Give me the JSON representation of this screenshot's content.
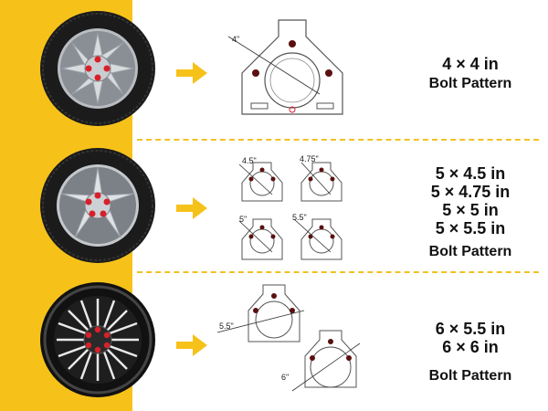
{
  "colors": {
    "band": "#f6c21a",
    "arrow": "#f6c21a",
    "divider": "#f2c122",
    "lug": "#d7202a"
  },
  "rows": [
    {
      "wheel_icon": "alloy-wheel-4-lug",
      "diagram_labels": [
        "4\""
      ],
      "pattern_lines": [
        "4 × 4 in"
      ],
      "title": "Bolt Pattern"
    },
    {
      "wheel_icon": "alloy-wheel-5-lug",
      "diagram_labels": [
        "4.5\"",
        "4.75\"",
        "5\"",
        "5.5\""
      ],
      "pattern_lines": [
        "5 × 4.5 in",
        "5 × 4.75 in",
        "5 × 5 in",
        "5 × 5.5 in"
      ],
      "title": "Bolt Pattern"
    },
    {
      "wheel_icon": "black-mesh-wheel-6-lug",
      "diagram_labels": [
        "5.5\"",
        "6\""
      ],
      "pattern_lines": [
        "6 × 5.5 in",
        "6 × 6 in"
      ],
      "title": "Bolt Pattern"
    }
  ]
}
